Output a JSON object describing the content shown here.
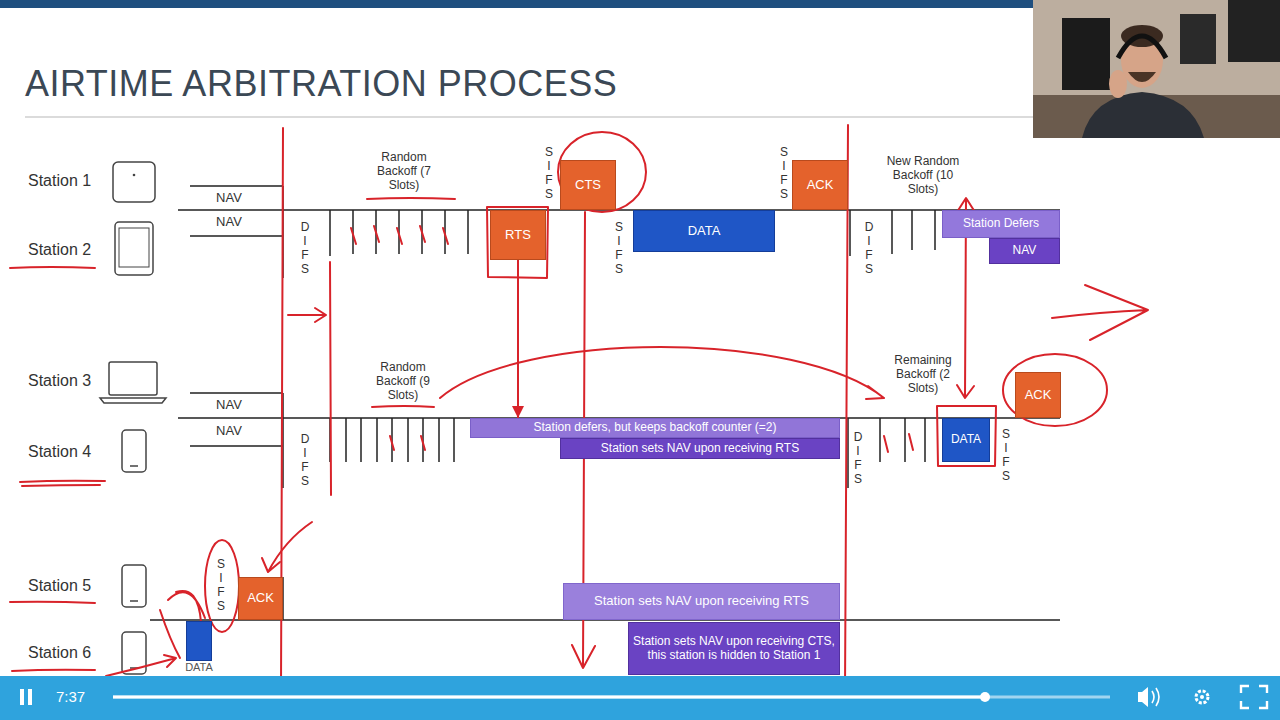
{
  "diagram": {
    "title": "AIRTIME ARBITRATION PROCESS",
    "nodes": [
      {
        "text": [
          "CTS"
        ]
      },
      {
        "text": [
          "ACK"
        ]
      },
      {
        "text": [
          "RTS"
        ]
      },
      {
        "text": [
          "DATA"
        ]
      },
      {
        "text": [
          "Station Defers"
        ]
      },
      {
        "text": [
          "NAV"
        ]
      },
      {
        "text": [
          "ACK"
        ]
      },
      {
        "text": [
          "Station defers, but keeps backoff counter (=2)"
        ]
      },
      {
        "text": [
          "DATA"
        ]
      },
      {
        "text": [
          "Station sets NAV upon receiving RTS"
        ]
      },
      {
        "text": [
          "ACK"
        ]
      },
      {
        "text": [
          "Station sets NAV upon receiving RTS"
        ]
      },
      {
        "text": [
          "DATA"
        ]
      },
      {
        "text": [
          "Station sets NAV upon receiving CTS, this station is hidden to Station 1"
        ]
      }
    ],
    "edges": [
      {
        "from": 2,
        "to": 7,
        "arrow": "to"
      }
    ],
    "labels": [
      "Station 1",
      "Station 2",
      "Station 3",
      "Station 4",
      "Station 5",
      "Station 6",
      "NAV",
      "NAV",
      "NAV",
      "NAV",
      "D I F S",
      "D I F S",
      "D I F S",
      "D I F S",
      "S I F S",
      "S I F S",
      "S I F S",
      "S I F S",
      "S I F S",
      "Random Backoff (7 Slots)",
      "New Random Backoff (10 Slots)",
      "Random Backoff (9 Slots)",
      "Remaining Backoff (2 Slots)",
      "7:37"
    ]
  }
}
